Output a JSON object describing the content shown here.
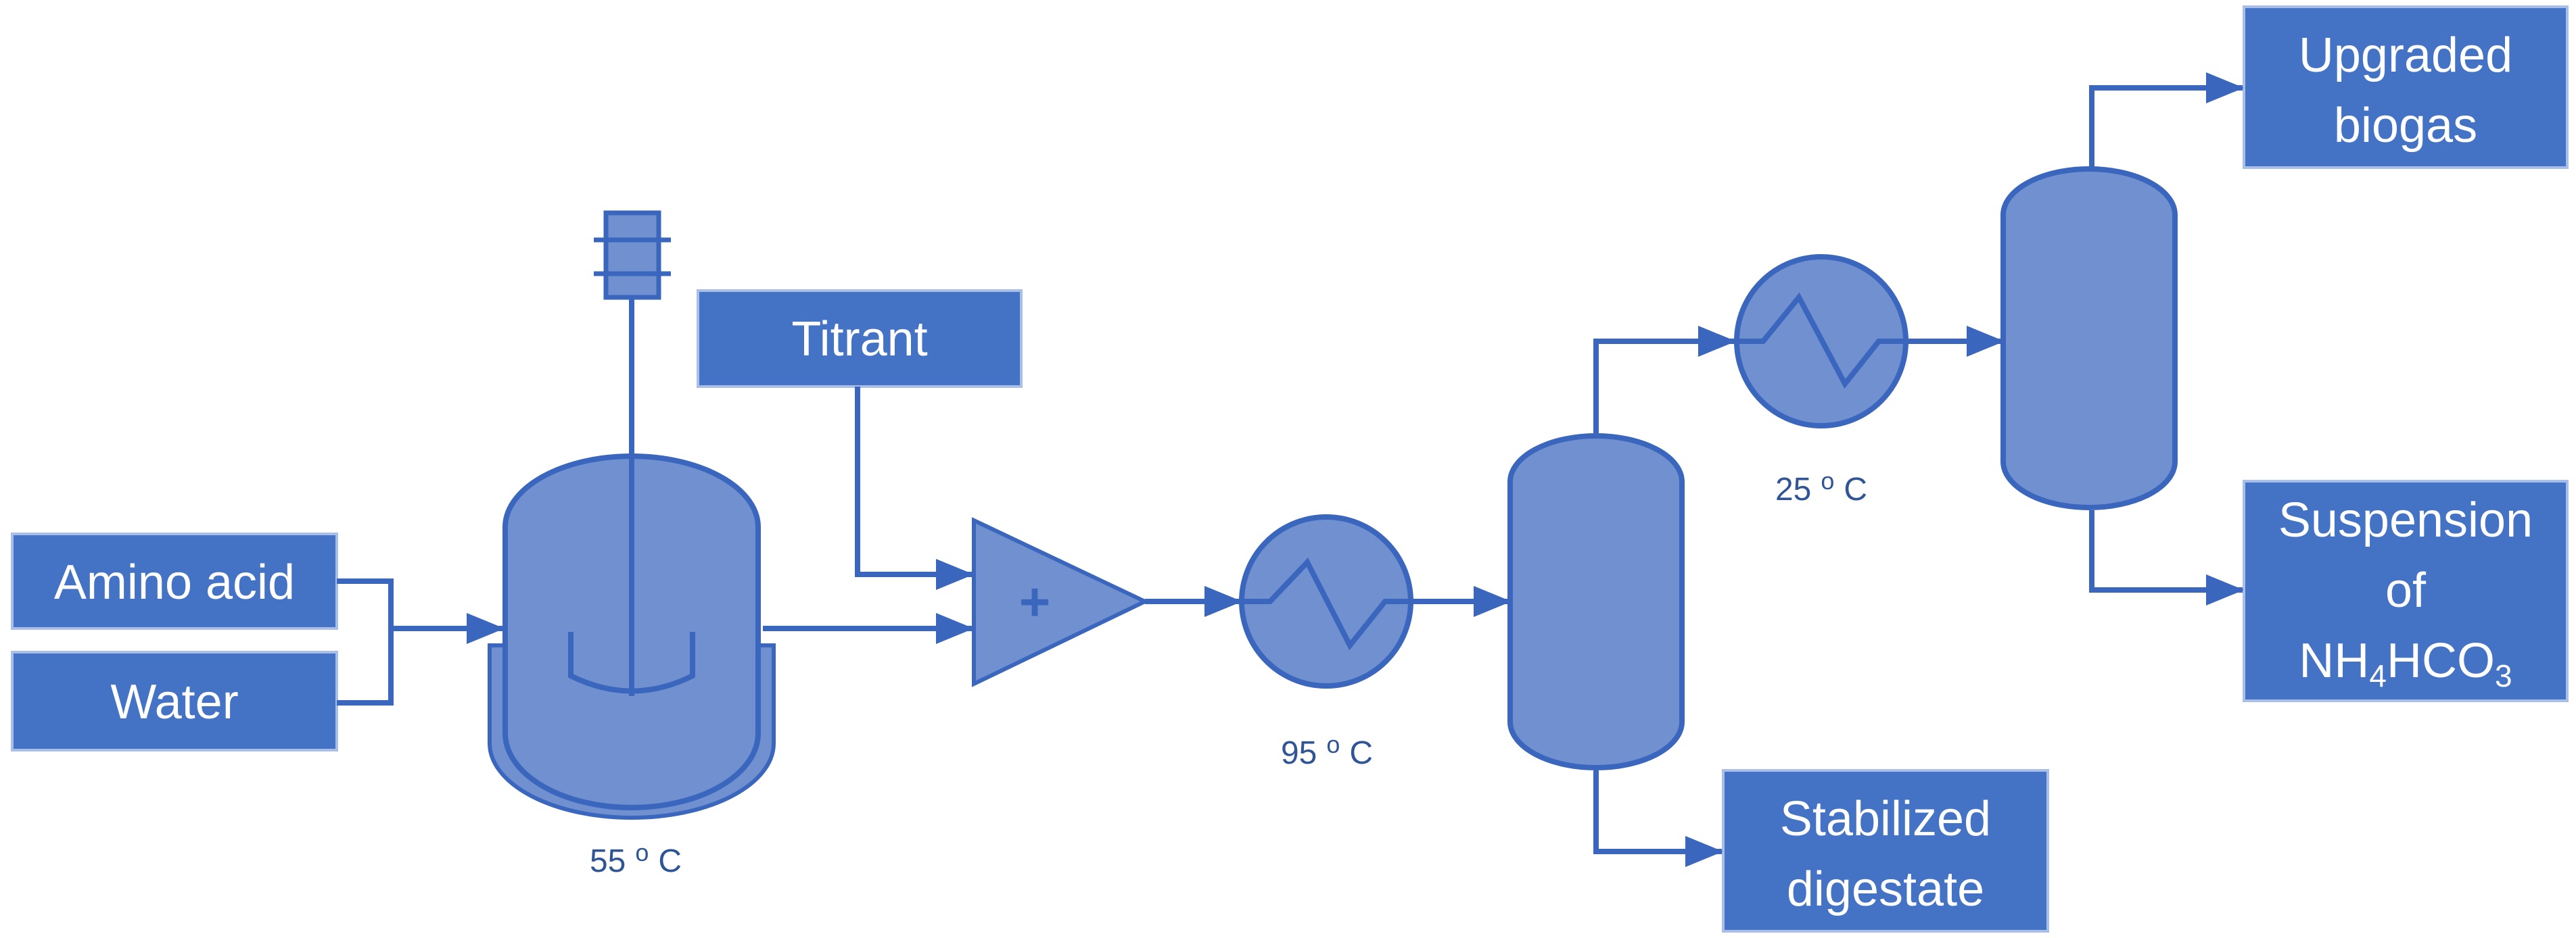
{
  "colors": {
    "box_fill": "#4472c4",
    "box_border": "#a9bfe8",
    "equipment_fill": "#7090d0",
    "line": "#3a66bd",
    "temp_text": "#2f5597"
  },
  "inputs": {
    "amino_acid": "Amino acid",
    "water": "Water",
    "titrant": "Titrant"
  },
  "outputs": {
    "stabilized_digestate": [
      "Stabilized",
      "digestate"
    ],
    "upgraded_biogas": [
      "Upgraded",
      "biogas"
    ],
    "suspension": {
      "line1": "Suspension",
      "line2": "of",
      "line3_parts": [
        "NH",
        "4",
        "HCO",
        "3"
      ]
    }
  },
  "temperatures": {
    "reactor": {
      "value": "55",
      "deg": "o",
      "unit": "C"
    },
    "heater": {
      "value": "95",
      "deg": "o",
      "unit": "C"
    },
    "cooler": {
      "value": "25",
      "deg": "o",
      "unit": "C"
    }
  },
  "icons": {
    "reactor": "stirred-tank-reactor-icon",
    "motor": "agitator-motor-icon",
    "mixer": "mixer-icon",
    "mixer_symbol": "+",
    "heat_exchanger": "heat-exchanger-icon",
    "separator": "separator-vessel-icon"
  }
}
